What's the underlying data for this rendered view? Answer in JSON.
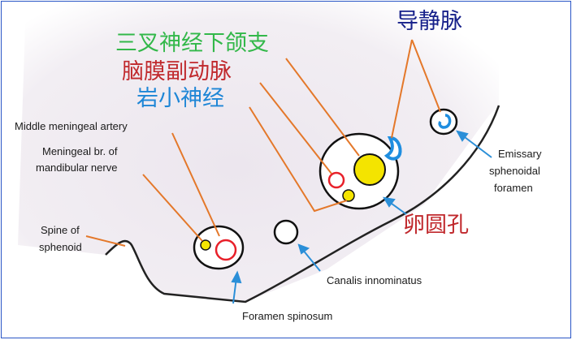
{
  "labels": {
    "daojingmai": "导静脉",
    "sancha": "三叉神经下颌支",
    "naomo": "脑膜副动脉",
    "yanxiao": "岩小神经",
    "luanyuan": "卵圆孔",
    "middle_meningeal_artery": "Middle meningeal artery",
    "meningeal_br_1": "Meningeal br. of",
    "meningeal_br_2": "mandibular nerve",
    "spine_1": "Spine of",
    "spine_2": "sphenoid",
    "emissary_1": "Emissary",
    "emissary_2": "sphenoidal",
    "emissary_3": "foramen",
    "canalis": "Canalis innominatus",
    "spinosum": "Foramen spinosum"
  },
  "colors": {
    "blue_label": "#1e86d6",
    "green_label": "#33b84a",
    "red_label": "#c0282c",
    "navy_label": "#16208a",
    "leader_orange": "#e4782a",
    "pointer_blue": "#2b8fd8",
    "nerve_yellow": "#f4e400",
    "vessel_red": "#e8202a",
    "vein_blue": "#1f8ee0"
  }
}
